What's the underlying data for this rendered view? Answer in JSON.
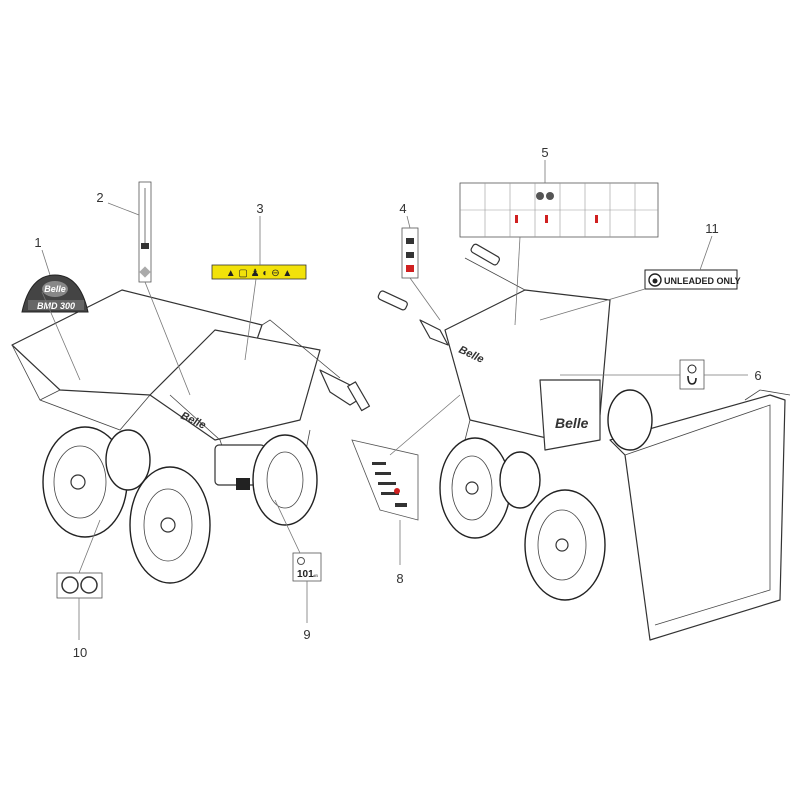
{
  "callouts": [
    "1",
    "2",
    "3",
    "4",
    "5",
    "6",
    "8",
    "9",
    "10",
    "11"
  ],
  "logo": {
    "brand": "Belle",
    "model": "BMD 300"
  },
  "fuel_label": {
    "text": "UNLEADED ONLY"
  },
  "noise_label": {
    "value": "101",
    "unit": "dB"
  },
  "machine_brand": "Belle",
  "colors": {
    "warning_yellow": "#f2e20a",
    "red_accent": "#d02020",
    "line": "#333333"
  }
}
